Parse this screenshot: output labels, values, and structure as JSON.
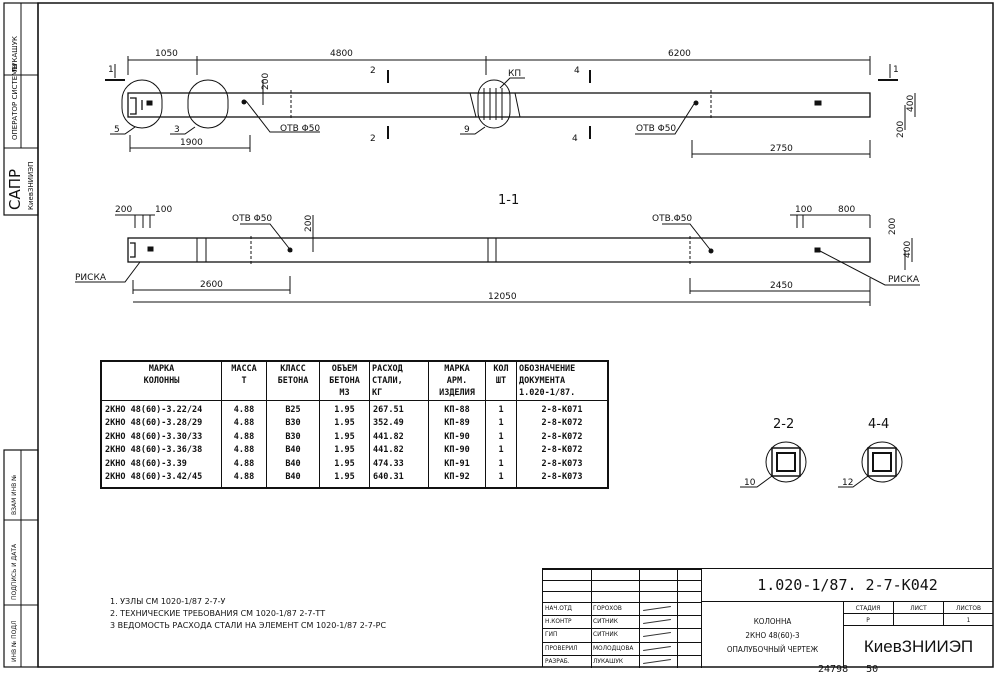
{
  "side_stamp": {
    "author": "ЛУКАШУК",
    "operator": "ОПЕРАТОР СИСТЕМЫ",
    "sapr": "САПР",
    "org": "КиевЗНИИЭП",
    "inv_podl": "ИНВ № ПОДЛ",
    "podpis_data": "ПОДПИСЬ И ДАТА",
    "vzam_inv": "ВЗАМ ИНВ №"
  },
  "plan": {
    "dims": {
      "d1050": "1050",
      "d4800": "4800",
      "d6200": "6200",
      "d1900": "1900",
      "d2750": "2750",
      "d200a": "200",
      "d200b": "200",
      "d400": "400"
    },
    "labels": {
      "hole_left": "ОТВ Φ50",
      "hole_right": "ОТВ Φ50",
      "kp": "КП"
    },
    "callouts": {
      "c5": "5",
      "c3": "3",
      "c9": "9"
    },
    "sections": {
      "s1": "1",
      "s2": "2",
      "s4": "4"
    }
  },
  "section_1_1": {
    "title": "1-1",
    "dims": {
      "d200": "200",
      "d100": "100",
      "d100r": "100",
      "d800": "800",
      "d200v": "200",
      "d200r": "200",
      "d400r": "400",
      "d2600": "2600",
      "d2450": "2450",
      "d12050": "12050"
    },
    "labels": {
      "hole_left": "ОТВ Φ50",
      "hole_right": "ОТВ.Φ50",
      "riska_left": "РИСКА",
      "riska_right": "РИСКА"
    }
  },
  "cross_sections": [
    {
      "title": "2-2",
      "callout": "10"
    },
    {
      "title": "4-4",
      "callout": "12"
    }
  ],
  "table": {
    "headers": [
      "МАРКА\nКОЛОННЫ",
      "МАССА\nТ",
      "КЛАСС\nБЕТОНА",
      "ОБЪЕМ\nБЕТОНА\nМ3",
      "РАСХОД\nСТАЛИ,\nКГ",
      "МАРКА\nАРМ.\nИЗДЕЛИЯ",
      "КОЛ\nШТ",
      "ОБОЗНАЧЕНИЕ\nДОКУМЕНТА\n1.020-1/87."
    ],
    "rows": [
      [
        "2КНО 48(60)-3.22/24",
        "4.88",
        "В25",
        "1.95",
        "267.51",
        "КП-88",
        "1",
        "2-8-К071"
      ],
      [
        "2КНО 48(60)-3.28/29",
        "4.88",
        "В30",
        "1.95",
        "352.49",
        "КП-89",
        "1",
        "2-8-К072"
      ],
      [
        "2КНО 48(60)-3.30/33",
        "4.88",
        "В30",
        "1.95",
        "441.82",
        "КП-90",
        "1",
        "2-8-К072"
      ],
      [
        "2КНО 48(60)-3.36/38",
        "4.88",
        "В40",
        "1.95",
        "441.82",
        "КП-90",
        "1",
        "2-8-К072"
      ],
      [
        "2КНО 48(60)-3.39",
        "4.88",
        "В40",
        "1.95",
        "474.33",
        "КП-91",
        "1",
        "2-8-К073"
      ],
      [
        "2КНО 48(60)-3.42/45",
        "4.88",
        "В40",
        "1.95",
        "640.31",
        "КП-92",
        "1",
        "2-8-К073"
      ]
    ]
  },
  "notes": [
    "1. УЗЛЫ СМ 1020-1/87 2-7-У",
    "2. ТЕХНИЧЕСКИЕ ТРЕБОВАНИЯ СМ 1020-1/87 2-7-ТТ",
    "3 ВЕДОМОСТЬ РАСХОДА СТАЛИ НА ЭЛЕМЕНТ СМ 1020-1/87 2-7-РС"
  ],
  "title_block": {
    "doc_number": "1.020-1/87. 2-7-К042",
    "roles": [
      {
        "role": "НАЧ.ОТД",
        "name": "ГОРОХОВ"
      },
      {
        "role": "Н.КОНТР",
        "name": "СИТНИК"
      },
      {
        "role": "ГИП",
        "name": "СИТНИК"
      },
      {
        "role": "ПРОВЕРИЛ",
        "name": "МОЛОДЦОВА"
      },
      {
        "role": "РАЗРАБ.",
        "name": "ЛУКАШУК"
      }
    ],
    "name_line1": "КОЛОННА",
    "name_line2": "2КНО 48(60)-3",
    "name_line3": "ОПАЛУБОЧНЫЙ ЧЕРТЕЖ",
    "stage_label": "СТАДИЯ",
    "sheet_label": "ЛИСТ",
    "sheets_label": "ЛИСТОВ",
    "stage": "Р",
    "sheet": "",
    "sheets": "1",
    "organization": "КиевЗНИИЭП"
  },
  "footer_number": "24798   50"
}
